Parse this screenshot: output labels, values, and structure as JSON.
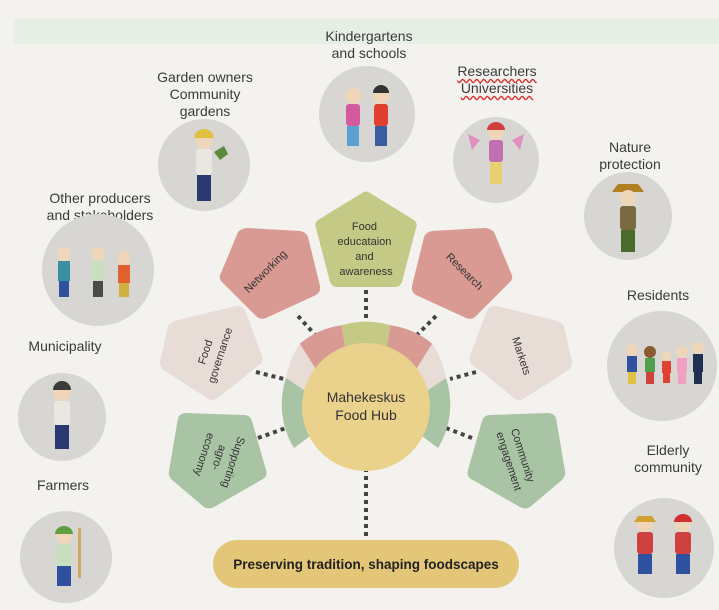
{
  "hub": {
    "line1": "Mahekeskus",
    "line2": "Food Hub"
  },
  "banner": "Preserving tradition, shaping foodscapes",
  "pillars": {
    "food_education": [
      "Food",
      "educataion",
      "and",
      "awareness"
    ],
    "networking": "Networking",
    "research": "Research",
    "food_governance": [
      "Food",
      "governance"
    ],
    "markets": "Markets",
    "supporting_agro_economy": [
      "Supporting",
      "agro-",
      "economy"
    ],
    "community_engagement": [
      "Community",
      "engagement"
    ]
  },
  "stakeholders": {
    "kindergartens": [
      "Kindergartens",
      "and schools"
    ],
    "garden_owners": [
      "Garden  owners",
      "Community",
      "gardens"
    ],
    "researchers": [
      "Researchers",
      "Universities"
    ],
    "nature_protection": [
      "Nature",
      "protection"
    ],
    "other_producers": [
      "Other  producers",
      "and stakeholders"
    ],
    "residents": [
      "Residents"
    ],
    "municipality": [
      "Municipality"
    ],
    "elderly": [
      "Elderly",
      "community"
    ],
    "farmers": [
      "Farmers"
    ]
  },
  "colors": {
    "hub": "#ead18c",
    "banner": "#e3c678",
    "pink": "#d89a92",
    "olive": "#c4c986",
    "beige": "#e8ddd6",
    "green": "#a8c4a4",
    "photo_bg": "#d7d6d2"
  }
}
